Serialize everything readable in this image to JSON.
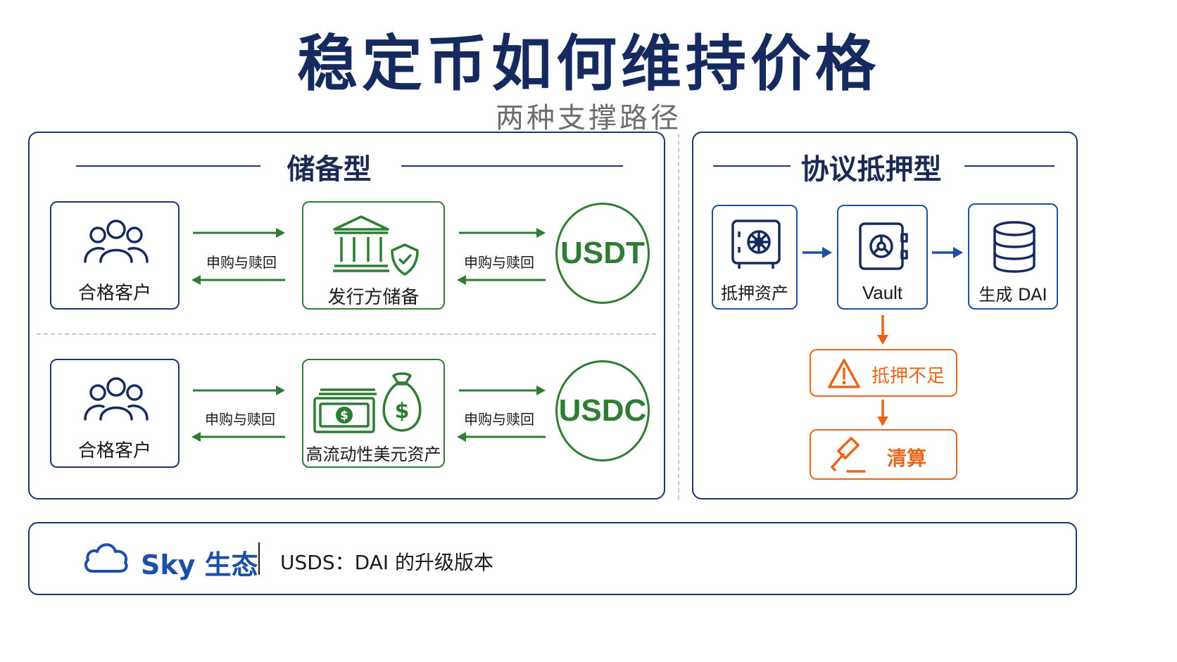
{
  "header": {
    "title": "稳定币如何维持价格",
    "subtitle": "两种支撑路径"
  },
  "reserve_panel": {
    "heading": "储备型",
    "rows": [
      {
        "client_label": "合格客户",
        "left_arrow_label": "申购与赎回",
        "reserve_label": "发行方储备",
        "right_arrow_label": "申购与赎回",
        "coin": "USDT"
      },
      {
        "client_label": "合格客户",
        "left_arrow_label": "申购与赎回",
        "reserve_label": "高流动性美元资产",
        "right_arrow_label": "申购与赎回",
        "coin": "USDC"
      }
    ]
  },
  "collateral_panel": {
    "heading": "协议抵押型",
    "steps": {
      "asset_label": "抵押资产",
      "vault_label": "Vault",
      "output_label": "生成 DAI",
      "warning_label": "抵押不足",
      "liquidation_label": "清算"
    }
  },
  "footer": {
    "brand": "Sky 生态",
    "description": "USDS：DAI 的升级版本"
  },
  "colors": {
    "navy": "#1e3570",
    "green": "#2e7d32",
    "blue": "#1c4fa8",
    "orange": "#e8661a"
  },
  "icons": [
    "people-icon",
    "bank-shield-icon",
    "cash-moneybag-icon",
    "safe-icon",
    "vault-icon",
    "database-icon",
    "warning-icon",
    "gavel-icon",
    "cloud-icon"
  ]
}
